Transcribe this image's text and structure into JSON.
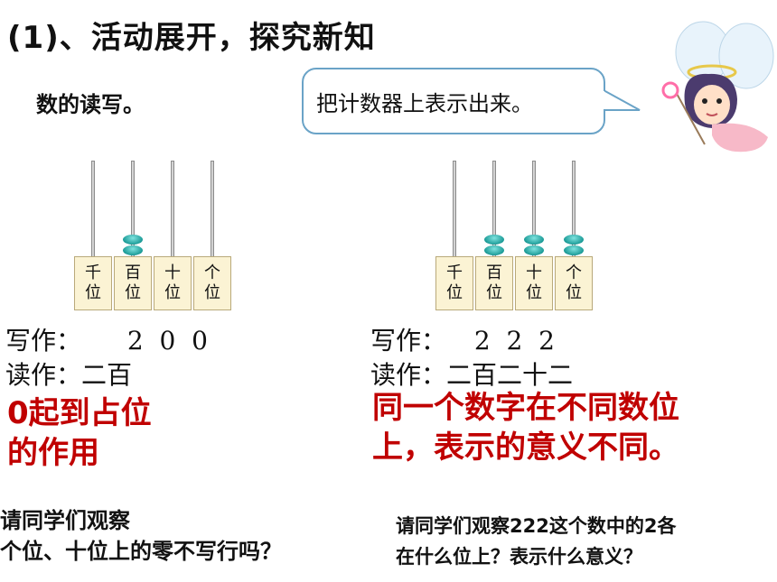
{
  "title": "(1)、活动展开，探究新知",
  "subtitle": "数的读写。",
  "bubble_text": "把计数器上表示出来。",
  "place_labels": [
    {
      "top": "千",
      "bottom": "位"
    },
    {
      "top": "百",
      "bottom": "位"
    },
    {
      "top": "十",
      "bottom": "位"
    },
    {
      "top": "个",
      "bottom": "位"
    }
  ],
  "left_example": {
    "beads": [
      0,
      2,
      0,
      0
    ],
    "write_label": "写作：",
    "written_number": "2  0  0",
    "read_label": "读作：",
    "read_value": "二百",
    "note_line1": "0起到占位",
    "note_line2": "的作用"
  },
  "right_example": {
    "beads": [
      0,
      2,
      2,
      2
    ],
    "write_label": "写作：",
    "written_number": "2  2  2",
    "read_label": "读作：",
    "read_value": "二百二十二",
    "note_line1": "同一个数字在不同数位",
    "note_line2": "上，表示的意义不同。"
  },
  "question_left_line1": "请同学们观察",
  "question_left_line2": "个位、十位上的零不写行吗？",
  "question_right_line1": "请同学们观察222这个数中的2各",
  "question_right_line2": "在什么位上？表示什么意义？",
  "colors": {
    "accent_red": "#c00000",
    "bead": "#1d9c98",
    "bubble_border": "#6aa3c7"
  },
  "icons": [
    "fairy-illustration"
  ]
}
